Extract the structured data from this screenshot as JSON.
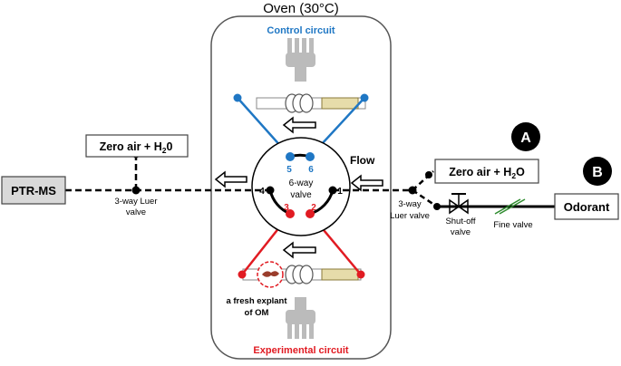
{
  "oven": {
    "title": "Oven (30°C)"
  },
  "circuits": {
    "control": "Control circuit",
    "experimental": "Experimental circuit"
  },
  "valve6": {
    "label_line1": "6-way",
    "label_line2": "valve",
    "ports": [
      "1",
      "2",
      "3",
      "4",
      "5",
      "6"
    ]
  },
  "flow_label": "Flow",
  "boxes": {
    "ptrms": "PTR-MS",
    "zero_air_left": {
      "main": "Zero air + H",
      "sub": "2",
      "end": "0"
    },
    "zero_air_right": {
      "main": "Zero air + H",
      "sub": "2",
      "end": "O"
    },
    "odorant": "Odorant"
  },
  "luer_left": {
    "line1": "3-way Luer",
    "line2": "valve"
  },
  "luer_right": {
    "line1": "3-way",
    "line2": "Luer valve"
  },
  "shutoff": {
    "line1": "Shut-off",
    "line2": "valve"
  },
  "fine_valve": "Fine valve",
  "explant": {
    "line1": "a fresh explant",
    "line2": "of OM"
  },
  "badges": {
    "a": "A",
    "b": "B"
  },
  "colors": {
    "control_blue": "#1F77C4",
    "experimental_red": "#E11B22",
    "line": "#000000",
    "oven_border": "#555555"
  }
}
